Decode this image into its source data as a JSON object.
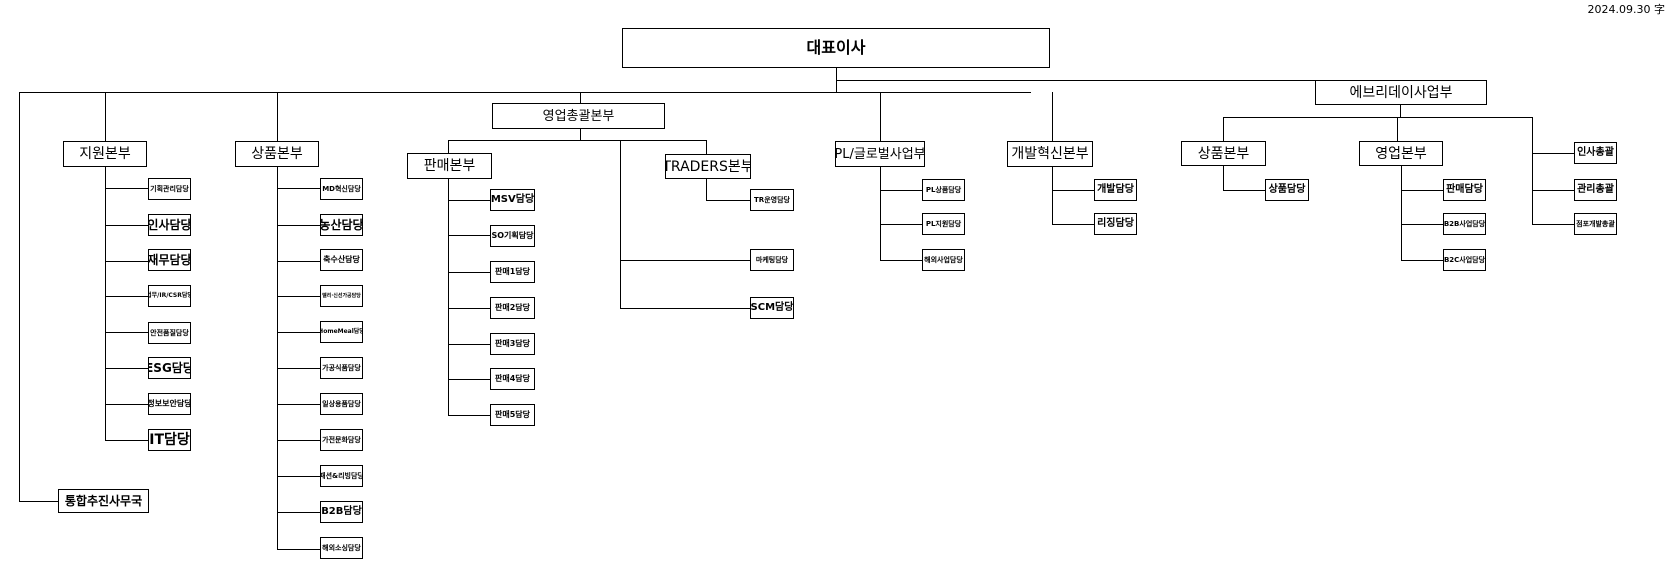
{
  "date": "2024.09.30 字",
  "ceo": "대표이사",
  "support": {
    "label": "지원본부",
    "teams": [
      "기획관리담당",
      "인사담당",
      "재무담당",
      "법무/IR/CSR담당",
      "안전품질담당",
      "ESG담당",
      "정보보안담당",
      "IT담당"
    ]
  },
  "merch": {
    "label": "상품본부",
    "teams": [
      "MD혁신담당",
      "농산담당",
      "축수산담당",
      "델리·신선가공담당",
      "HomeMeal담당",
      "가공식품담당",
      "일상용품담당",
      "가전문화담당",
      "패션&리빙담당",
      "B2B담당",
      "해외소싱담당"
    ]
  },
  "pmo": "통합추진사무국",
  "sales_hq": "영업총괄본부",
  "sales_div": {
    "label": "판매본부",
    "teams": [
      "MSV담당",
      "SO기획담당",
      "판매1담당",
      "판매2담당",
      "판매3담당",
      "판매4담당",
      "판매5담당"
    ]
  },
  "traders": {
    "label": "TRADERS본부",
    "teams": [
      "TR운영담당"
    ]
  },
  "sales_direct": [
    "마케팅담당",
    "SCM담당"
  ],
  "pl": {
    "label": "PL/글로벌사업부",
    "teams": [
      "PL상품담당",
      "PL지원담당",
      "해외사업담당"
    ]
  },
  "dev": {
    "label": "개발혁신본부",
    "teams": [
      "개발담당",
      "리징담당"
    ]
  },
  "everyday": {
    "label": "에브리데이사업부",
    "merch": {
      "label": "상품본부",
      "teams": [
        "상품담당"
      ]
    },
    "sales": {
      "label": "영업본부",
      "teams": [
        "판매담당",
        "B2B사업담당",
        "B2C사업담당"
      ]
    },
    "staff": [
      "인사총괄",
      "관리총괄",
      "점포개발총괄"
    ]
  }
}
